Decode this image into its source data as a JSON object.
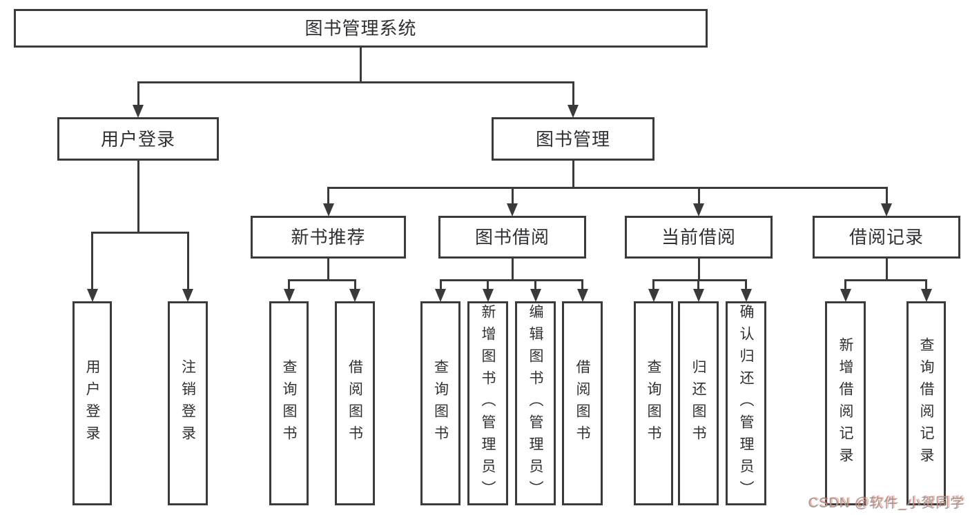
{
  "diagram": {
    "title": "图书管理系统",
    "colors": {
      "line": "#3a3a3a",
      "text": "#2e3033",
      "background": "#ffffff"
    },
    "nodes": [
      {
        "id": "root",
        "label": "图书管理系统",
        "orientation": "horizontal",
        "parent": null
      },
      {
        "id": "user-login",
        "label": "用户登录",
        "orientation": "horizontal",
        "parent": "root"
      },
      {
        "id": "book-mgmt",
        "label": "图书管理",
        "orientation": "horizontal",
        "parent": "root"
      },
      {
        "id": "new-book-rec",
        "label": "新书推荐",
        "orientation": "horizontal",
        "parent": "book-mgmt"
      },
      {
        "id": "book-borrow",
        "label": "图书借阅",
        "orientation": "horizontal",
        "parent": "book-mgmt"
      },
      {
        "id": "current-borrow",
        "label": "当前借阅",
        "orientation": "horizontal",
        "parent": "book-mgmt"
      },
      {
        "id": "borrow-records",
        "label": "借阅记录",
        "orientation": "horizontal",
        "parent": "book-mgmt"
      },
      {
        "id": "v-user-login",
        "label": "用户登录",
        "orientation": "vertical",
        "parent": "user-login"
      },
      {
        "id": "v-logout",
        "label": "注销登录",
        "orientation": "vertical",
        "parent": "user-login"
      },
      {
        "id": "v-query-book-1",
        "label": "查询图书",
        "orientation": "vertical",
        "parent": "new-book-rec"
      },
      {
        "id": "v-borrow-book-1",
        "label": "借阅图书",
        "orientation": "vertical",
        "parent": "new-book-rec"
      },
      {
        "id": "v-query-book-2",
        "label": "查询图书",
        "orientation": "vertical",
        "parent": "book-borrow"
      },
      {
        "id": "v-add-book",
        "label": "新增图书（管理员）",
        "orientation": "vertical",
        "parent": "book-borrow"
      },
      {
        "id": "v-edit-book",
        "label": "编辑图书（管理员）",
        "orientation": "vertical",
        "parent": "book-borrow"
      },
      {
        "id": "v-borrow-book-2",
        "label": "借阅图书",
        "orientation": "vertical",
        "parent": "book-borrow"
      },
      {
        "id": "v-query-book-3",
        "label": "查询图书",
        "orientation": "vertical",
        "parent": "current-borrow"
      },
      {
        "id": "v-return-book",
        "label": "归还图书",
        "orientation": "vertical",
        "parent": "current-borrow"
      },
      {
        "id": "v-confirm-return",
        "label": "确认归还（管理员）",
        "orientation": "vertical",
        "parent": "current-borrow"
      },
      {
        "id": "v-add-record",
        "label": "新增借阅记录",
        "orientation": "vertical",
        "parent": "borrow-records"
      },
      {
        "id": "v-query-record",
        "label": "查询借阅记录",
        "orientation": "vertical",
        "parent": "borrow-records"
      }
    ]
  },
  "watermark": {
    "text": "CSDN @软件_小贺同学",
    "color": "#9a9a9a",
    "accent": "#fc5531"
  }
}
